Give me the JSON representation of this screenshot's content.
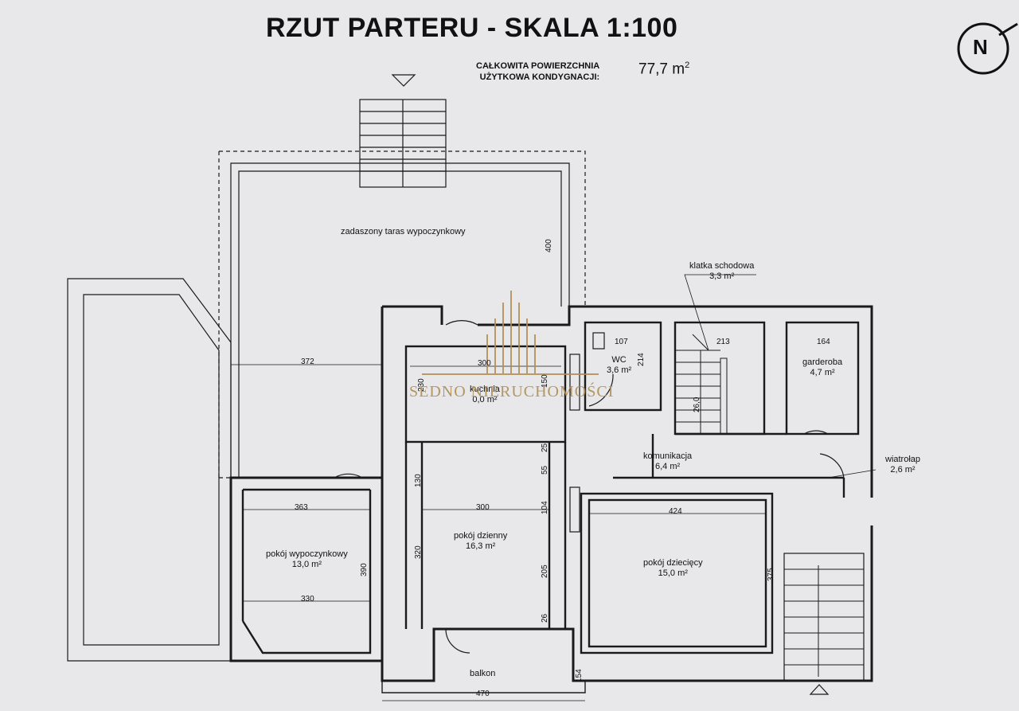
{
  "header": {
    "title": "RZUT PARTERU - SKALA 1:100",
    "area_label_line1": "CAŁKOWITA POWIERZCHNIA",
    "area_label_line2": "UŻYTKOWA KONDYGNACJI:",
    "area_value": "77,7 m",
    "area_unit_sup": "2"
  },
  "compass": {
    "letter": "N"
  },
  "rooms": {
    "terrace": "zadaszony taras wypoczynkowy",
    "stairwell_name": "klatka schodowa",
    "stairwell_area": "3,3 m²",
    "wc_name": "WC",
    "wc_area": "3,6 m²",
    "wardrobe_name": "garderoba",
    "wardrobe_area": "4,7 m²",
    "kitchen_name": "kuchnia",
    "kitchen_area": "0,0 m²",
    "hall_name": "komunikacja",
    "hall_area": "6,4 m²",
    "vestibule_name": "wiatrołap",
    "vestibule_area": "2,6 m²",
    "rest_room_name": "pokój wypoczynkowy",
    "rest_room_area": "13,0 m²",
    "day_room_name": "pokój dzienny",
    "day_room_area": "16,3 m²",
    "kids_room_name": "pokój dziecięcy",
    "kids_room_area": "15,0 m²",
    "balcony_name": "balkon"
  },
  "dimensions": {
    "terrace_width": "372",
    "terrace_height": "400",
    "wc_width": "107",
    "wc_height": "214",
    "stair_width": "213",
    "stair_run": "26,0",
    "wardrobe_width": "164",
    "kitchen_width": "300",
    "kitchen_depth": "150",
    "kitchen_sub1": "230",
    "day_room_sub1": "25",
    "day_room_sub2": "55",
    "day_room_sub3": "104",
    "day_room_sub4": "205",
    "day_room_sub5": "26",
    "rest_room_top": "363",
    "rest_room_bottom": "330",
    "rest_room_height": "390",
    "day_room_width": "300",
    "day_room_height": "320",
    "day_room_side": "130",
    "kids_room_width": "424",
    "kids_room_height": "375",
    "balcony_width": "470",
    "balcony_depth": "154"
  },
  "watermark": {
    "text": "SEDNO NIERUCHOMOŚCI"
  }
}
